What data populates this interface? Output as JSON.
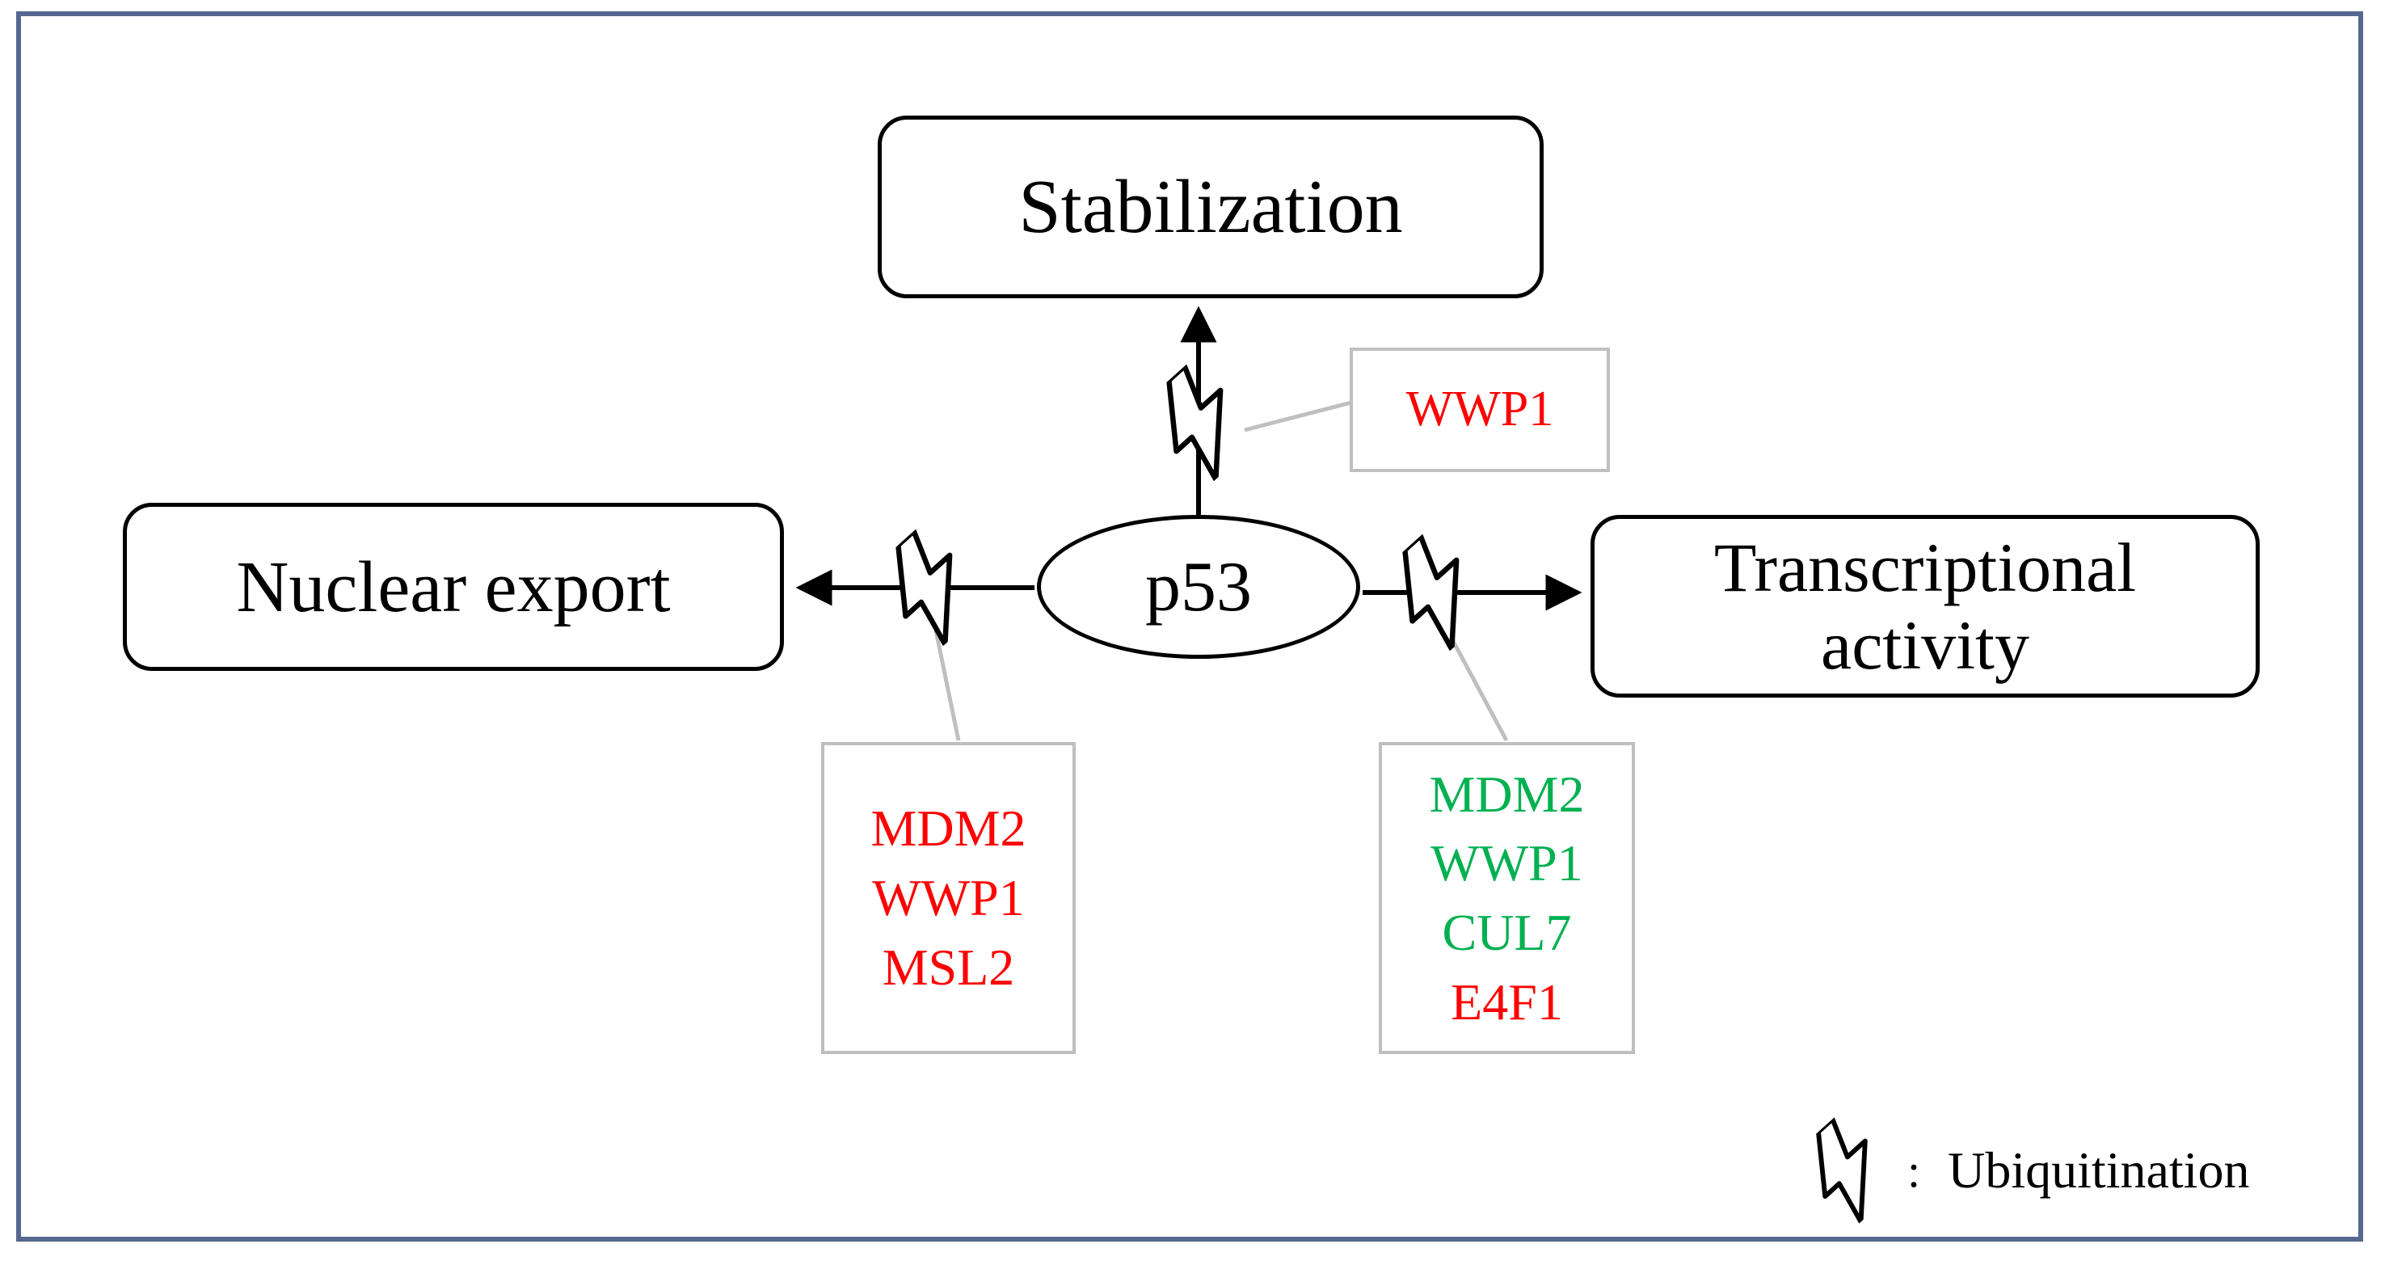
{
  "nodes": {
    "p53": "p53",
    "stabilization": "Stabilization",
    "nuclear_export": "Nuclear export",
    "transcriptional_activity": "Transcriptional activity"
  },
  "labels": {
    "top": [
      {
        "name": "WWP1",
        "color": "#ff0000"
      }
    ],
    "left": [
      {
        "name": "MDM2",
        "color": "#ff0000"
      },
      {
        "name": "WWP1",
        "color": "#ff0000"
      },
      {
        "name": "MSL2",
        "color": "#ff0000"
      }
    ],
    "right": [
      {
        "name": "MDM2",
        "color": "#00b050"
      },
      {
        "name": "WWP1",
        "color": "#00b050"
      },
      {
        "name": "CUL7",
        "color": "#00b050"
      },
      {
        "name": "E4F1",
        "color": "#ff0000"
      }
    ]
  },
  "legend": {
    "icon": "lightning-bolt",
    "separator": ":",
    "label": "Ubiquitination"
  },
  "colors": {
    "frame": "#56688e",
    "red": "#ff0000",
    "green": "#00b050",
    "gray_border": "#bfbfbf",
    "arrow": "#000000"
  }
}
